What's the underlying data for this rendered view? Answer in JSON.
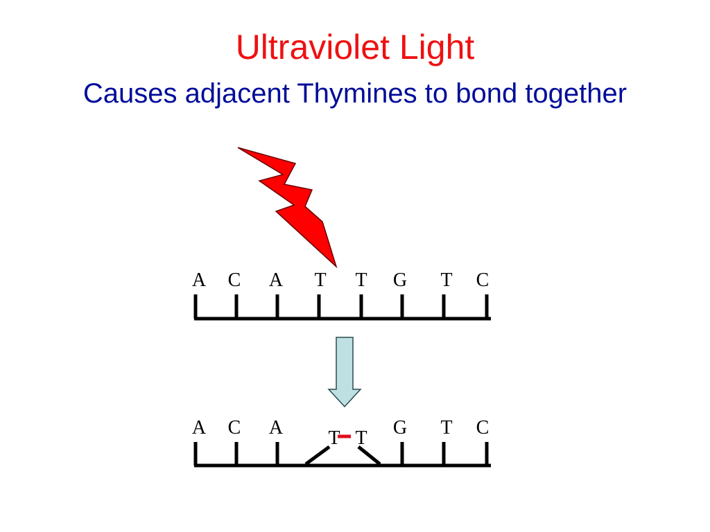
{
  "slide": {
    "title": "Ultraviolet Light",
    "subtitle": "Causes adjacent Thymines to bond together"
  },
  "diagram": {
    "before_strand": {
      "bases": [
        "A",
        "C",
        "A",
        "T",
        "T",
        "G",
        "T",
        "C"
      ]
    },
    "after_strand": {
      "bases": [
        "A",
        "C",
        "A",
        "T",
        "T",
        "G",
        "T",
        "C"
      ],
      "dimer_bases": [
        3,
        4
      ]
    },
    "colors": {
      "lightning": "#ff0000",
      "arrow_fill": "#bfe0e3",
      "bond": "#e01020",
      "strand": "#000000",
      "title": "#ee1111",
      "subtitle": "#000c99"
    },
    "icons": [
      "lightning-bolt-icon",
      "down-arrow-icon"
    ]
  }
}
